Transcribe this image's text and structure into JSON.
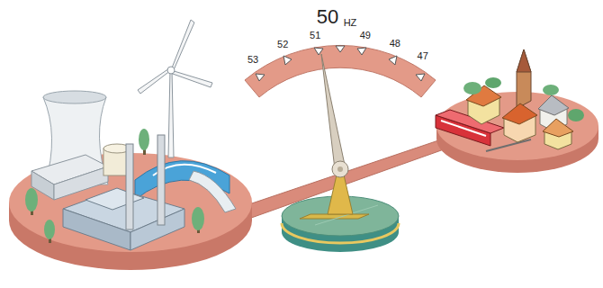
{
  "diagram": {
    "labels": [
      "50",
      "HZ",
      "53",
      "52",
      "51",
      "49",
      "48",
      "47"
    ]
  }
}
